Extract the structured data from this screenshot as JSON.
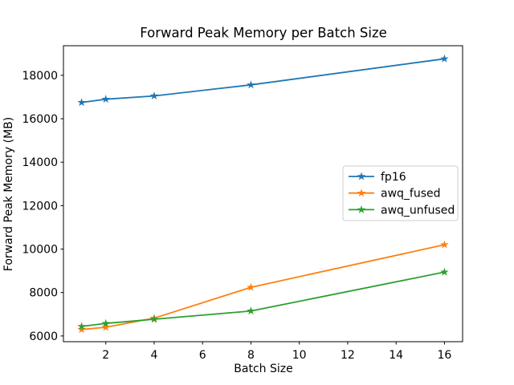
{
  "chart_data": {
    "type": "line",
    "title": "Forward Peak Memory per Batch Size",
    "xlabel": "Batch Size",
    "ylabel": "Forward Peak Memory (MB)",
    "x": [
      1,
      2,
      4,
      8,
      16
    ],
    "series": [
      {
        "name": "fp16",
        "color": "#1f77b4",
        "marker": "star",
        "values": [
          16750,
          16900,
          17050,
          17560,
          18760
        ]
      },
      {
        "name": "awq_fused",
        "color": "#ff7f0e",
        "marker": "star",
        "values": [
          6300,
          6400,
          6820,
          8240,
          10200
        ]
      },
      {
        "name": "awq_unfused",
        "color": "#2ca02c",
        "marker": "star",
        "values": [
          6440,
          6580,
          6770,
          7150,
          8940
        ]
      }
    ],
    "xticks": [
      2,
      4,
      6,
      8,
      10,
      12,
      14,
      16
    ],
    "yticks": [
      6000,
      8000,
      10000,
      12000,
      14000,
      16000,
      18000
    ],
    "xlim": [
      0.25,
      16.75
    ],
    "ylim": [
      5737,
      19362
    ],
    "grid": false,
    "legend": {
      "position": "center-right",
      "entries": [
        "fp16",
        "awq_fused",
        "awq_unfused"
      ]
    },
    "colors": {
      "text": "#000000",
      "spine": "#000000",
      "legend_edge": "#cccccc",
      "background": "#ffffff"
    }
  }
}
